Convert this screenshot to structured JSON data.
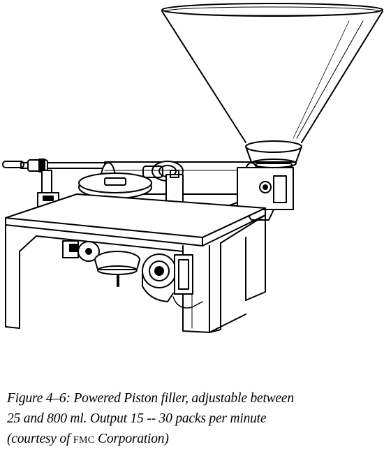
{
  "figure": {
    "illustration": "powered-piston-filler-line-drawing"
  },
  "caption": {
    "line1": "Figure 4–6: Powered Piston filler, adjustable between",
    "line2": "25 and 800 ml. Output 15 -- 30 packs per minute",
    "line3_prefix": "(courtesy of ",
    "line3_org": "FMC",
    "line3_suffix": " Corporation)"
  }
}
